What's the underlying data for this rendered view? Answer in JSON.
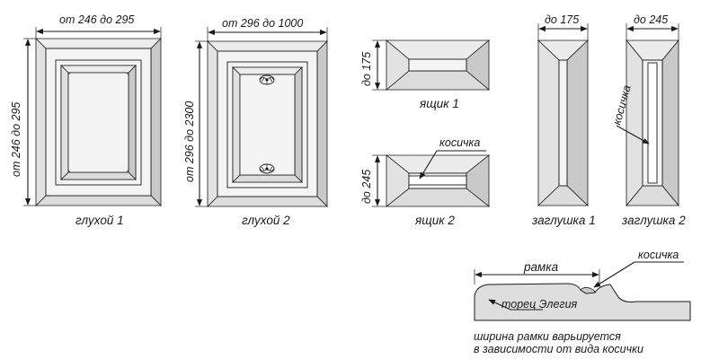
{
  "items": {
    "gluhoy1": {
      "caption": "глухой 1",
      "width_label": "от 246 до 295",
      "height_label": "от 246 до 295"
    },
    "gluhoy2": {
      "caption": "глухой 2",
      "width_label": "от 296 до 1000",
      "height_label": "от 296 до 2300"
    },
    "yashchik1": {
      "caption": "ящик 1",
      "height_label": "до 175"
    },
    "yashchik2": {
      "caption": "ящик 2",
      "height_label": "до 245",
      "callout": "косичка"
    },
    "zaglushka1": {
      "caption": "заглушка 1",
      "width_label": "до 175"
    },
    "zaglushka2": {
      "caption": "заглушка 2",
      "width_label": "до 245",
      "callout": "косичка"
    }
  },
  "profile": {
    "frame_label": "рамка",
    "callout": "косичка",
    "end_label": "торец Элегия",
    "note_line1": "ширина рамки варьируется",
    "note_line2": "в зависимости от вида косички"
  }
}
